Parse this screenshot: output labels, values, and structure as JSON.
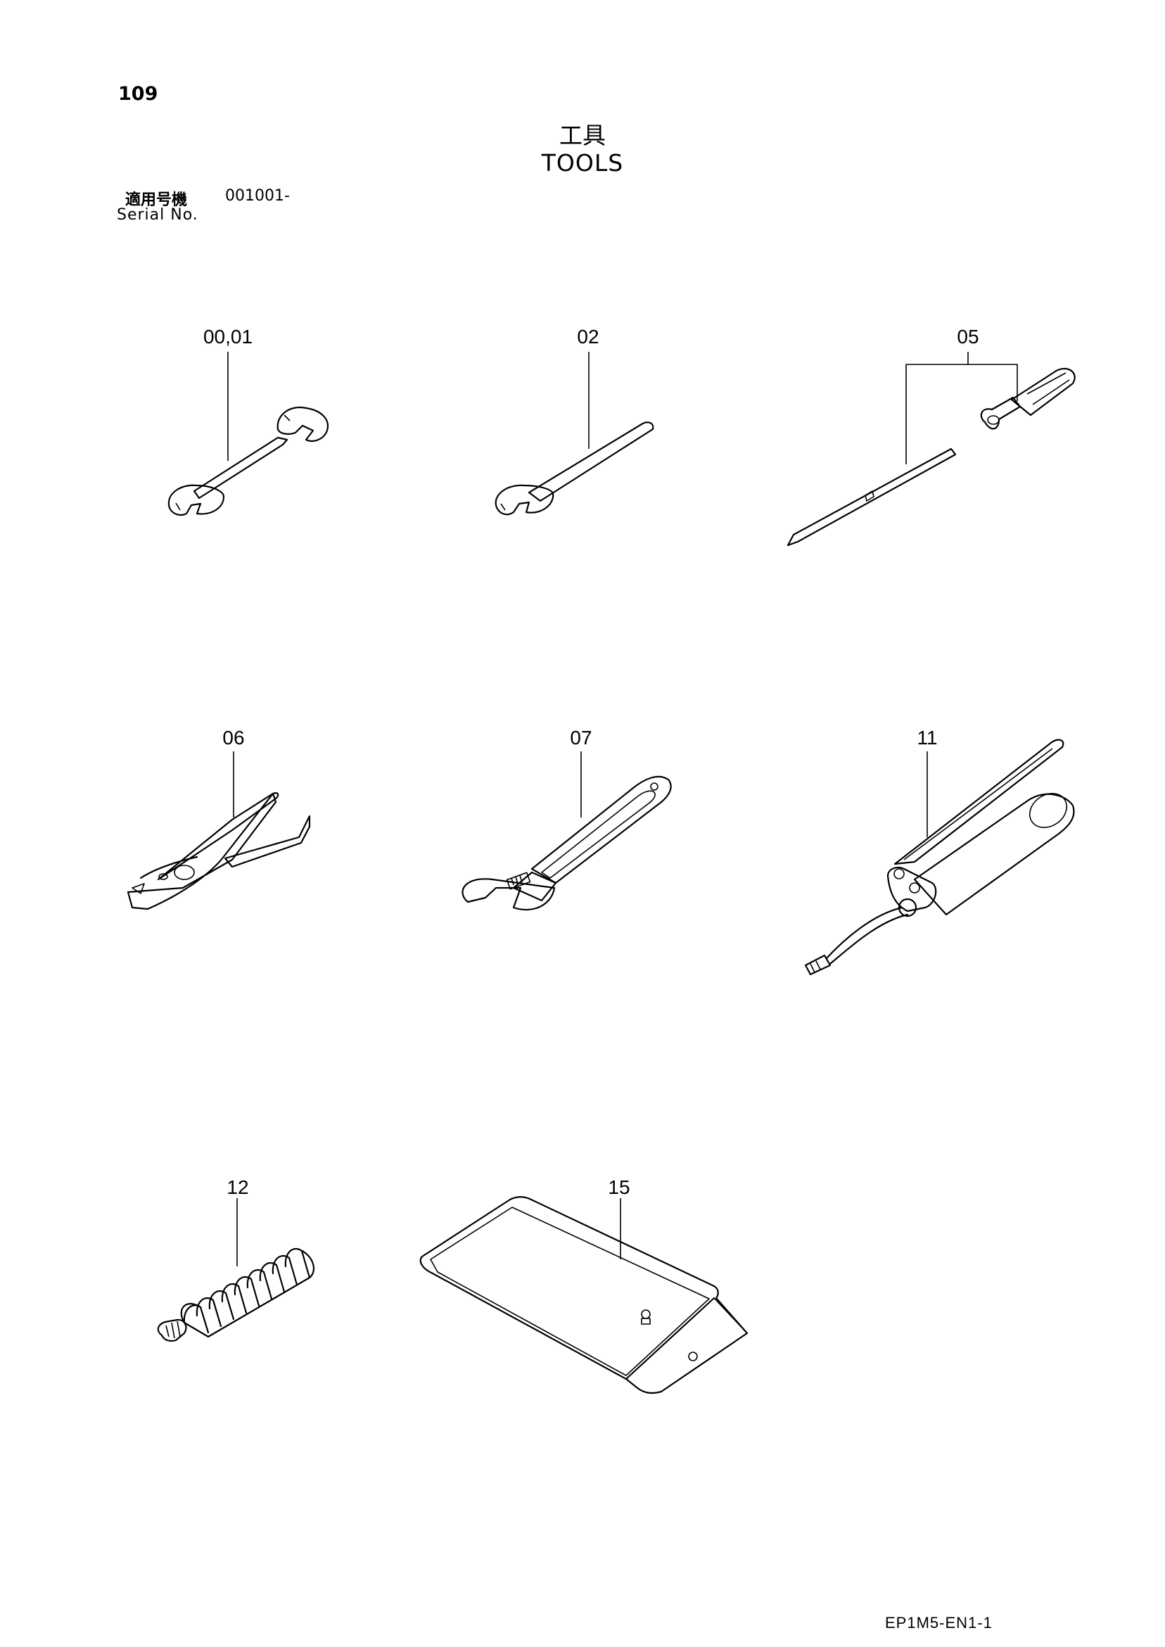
{
  "header": {
    "page_number": "109",
    "title_jp": "工具",
    "title_en": "TOOLS",
    "serial_label_jp": "適用号機",
    "serial_value": "001001-",
    "serial_label_en": "Serial No."
  },
  "parts": [
    {
      "callout": "00,01",
      "icon": "double-open-end-wrench-icon"
    },
    {
      "callout": "02",
      "icon": "single-open-end-wrench-icon"
    },
    {
      "callout": "05",
      "icon": "screwdriver-icon"
    },
    {
      "callout": "06",
      "icon": "pliers-icon"
    },
    {
      "callout": "07",
      "icon": "adjustable-wrench-icon"
    },
    {
      "callout": "11",
      "icon": "grease-gun-icon"
    },
    {
      "callout": "12",
      "icon": "bellows-icon"
    },
    {
      "callout": "15",
      "icon": "tool-bag-icon"
    }
  ],
  "footer": {
    "doc_code": "EP1M5-EN1-1"
  }
}
